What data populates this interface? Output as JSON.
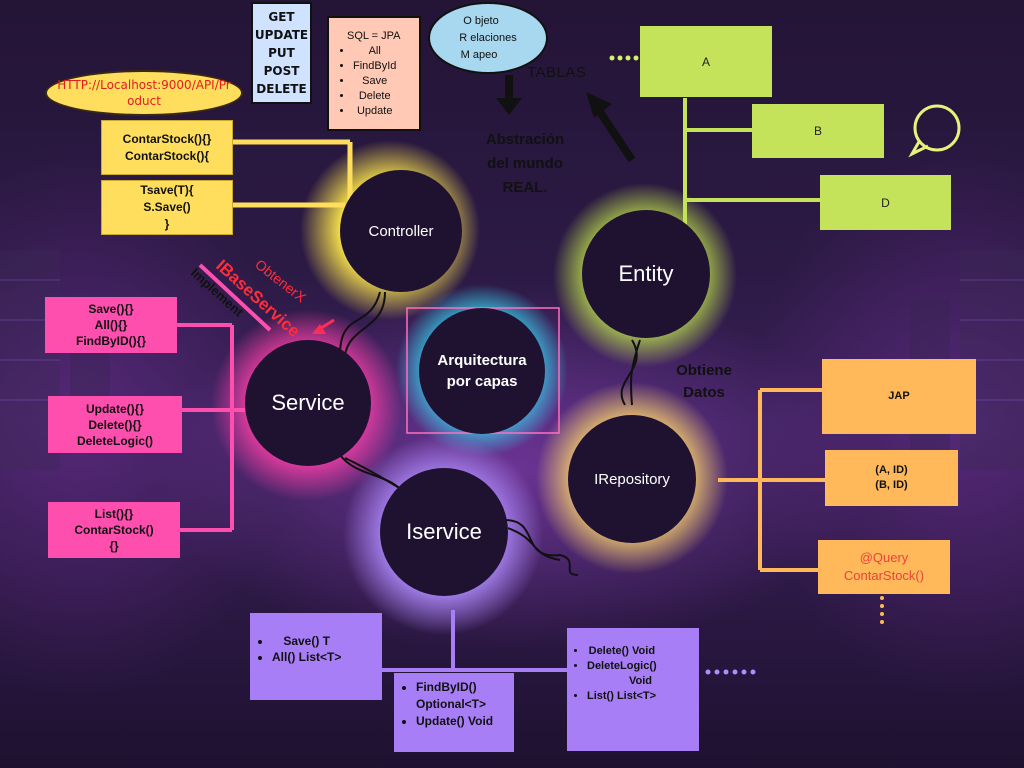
{
  "nodes": {
    "controller": "Controller",
    "entity": "Entity",
    "arquitectura": "Arquitectura por capas",
    "service": "Service",
    "irepository": "IRepository",
    "iservice": "Iservice"
  },
  "http_url": "HTTP://Localhost:9000/API/Product",
  "http_methods": [
    "GET",
    "UPDATE",
    "PUT",
    "POST",
    "DELETE"
  ],
  "jpa_box": [
    "SQL = JPA",
    "All",
    "FindById",
    "Save",
    "Delete",
    "Update"
  ],
  "orm_bubble": [
    "O bjeto",
    "R elaciones",
    "M apeo"
  ],
  "tablas_label": "TABLAS",
  "abstraccion_label": [
    "Abstración",
    "del mundo",
    "REAL."
  ],
  "obtiene_label": [
    "Obtiene",
    "Datos"
  ],
  "obtener_label": "ObtenerX",
  "ibaseservice_label": "IBaseService",
  "implement_label": "Implement",
  "controller_boxes": {
    "box1": [
      "ContarStock(){}",
      "ContarStock(){"
    ],
    "box2": [
      "Tsave(T){",
      "S.Save()",
      "}"
    ]
  },
  "service_boxes": {
    "box1": [
      "Save(){}",
      "All(){}",
      "FindByID(){}"
    ],
    "box2": [
      "Update(){}",
      "Delete(){}",
      "DeleteLogic()"
    ],
    "box3": [
      "List(){}",
      "ContarStock()",
      "{}"
    ]
  },
  "entity_tables": [
    "A",
    "B",
    "D"
  ],
  "repository_boxes": {
    "box1": [
      "JAP"
    ],
    "box2": [
      "(A, ID)",
      "(B, ID)"
    ],
    "box3": [
      "@Query",
      "ContarStock()"
    ]
  },
  "iservice_boxes": {
    "box1": [
      "Save() T",
      "All()   List<T>"
    ],
    "box2": [
      "FindByID()",
      "Optional<T>",
      "Update()  Void"
    ],
    "box3": [
      "Delete() Void",
      "DeleteLogic()",
      "Void",
      "List() List<T>"
    ]
  },
  "colors": {
    "controller_glow": "#ffe84a",
    "entity_glow": "#c8ef4a",
    "center_glow": "#33e6ff",
    "service_glow": "#ff3fa8",
    "repository_glow": "#ffd86a",
    "iservice_glow": "#b08cff"
  }
}
